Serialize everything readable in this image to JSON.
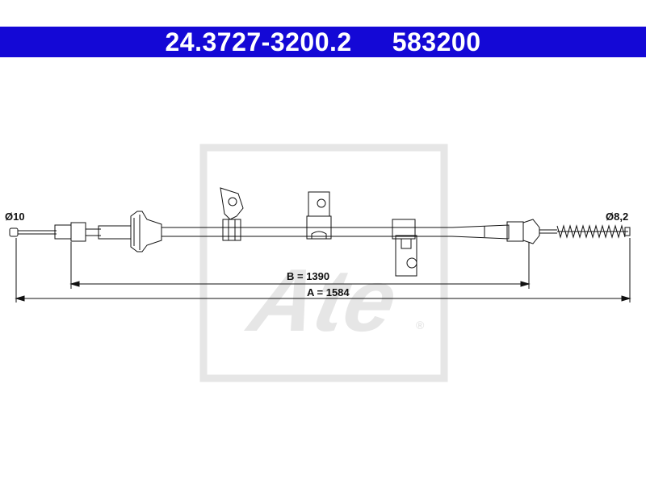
{
  "header": {
    "part_number": "24.3727-3200.2",
    "ref_number": "583200"
  },
  "diagram": {
    "left_diameter": "Ø10",
    "right_diameter": "Ø8,2",
    "dim_b": "B = 1390",
    "dim_a": "A = 1584"
  },
  "watermark": {
    "brand": "Ate",
    "mark": "®"
  },
  "colors": {
    "header_bg": "#1408d6",
    "header_text": "#ffffff",
    "line": "#111111",
    "watermark": "#e6e6e6"
  }
}
